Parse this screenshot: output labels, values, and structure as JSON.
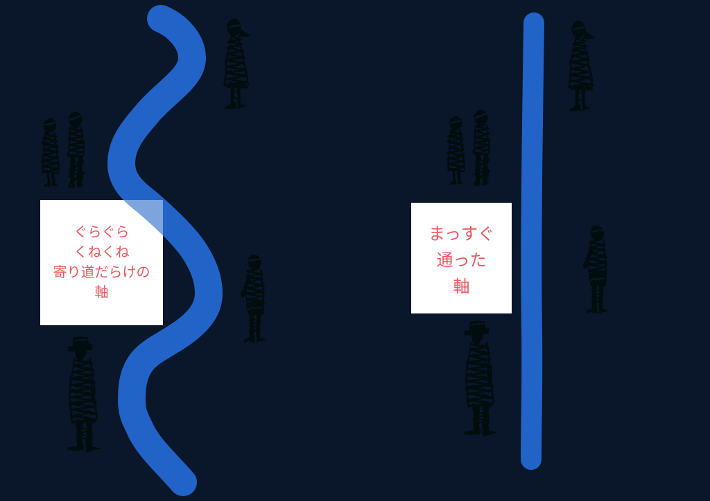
{
  "palette": {
    "background": "#0a1629",
    "axis_blue": "#2163c7",
    "figure_ink": "#020810",
    "box_white": "#ffffff",
    "caption_red": "#e8585e"
  },
  "left_panel": {
    "caption": "ぐらぐら\nくねくね\n寄り道だらけの\n軸",
    "axis_style": "wavy"
  },
  "right_panel": {
    "caption": "まっすぐ\n通った\n軸",
    "axis_style": "straight"
  },
  "figures": {
    "left_side": [
      "woman-side",
      "pair",
      "person-front",
      "man-hat"
    ],
    "right_side": [
      "woman-side",
      "pair",
      "person-front",
      "man-hat"
    ]
  }
}
